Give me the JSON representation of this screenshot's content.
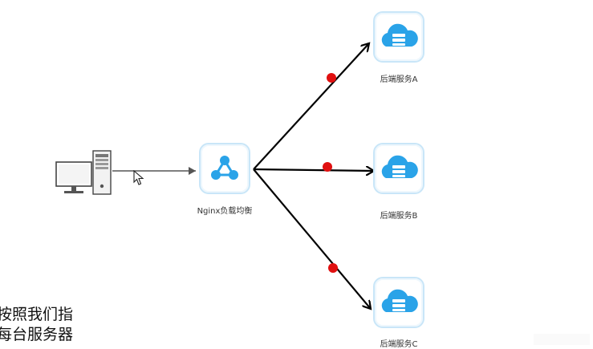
{
  "diagram": {
    "client": {
      "icon": "desktop-computer-icon"
    },
    "balancer": {
      "label": "Nginx负载均衡",
      "icon": "share-network-icon"
    },
    "servers": [
      {
        "label": "后端服务A",
        "icon": "cloud-server-icon"
      },
      {
        "label": "后端服务B",
        "icon": "cloud-server-icon"
      },
      {
        "label": "后端服务C",
        "icon": "cloud-server-icon"
      }
    ],
    "colors": {
      "icon_blue": "#2aa3e8",
      "icon_border": "#c9e6f8",
      "arrow": "#000000",
      "client_arrow": "#555555",
      "request_dot": "#e01010"
    }
  },
  "caption": {
    "line1": "按照我们指",
    "line2": "每台服务器"
  }
}
